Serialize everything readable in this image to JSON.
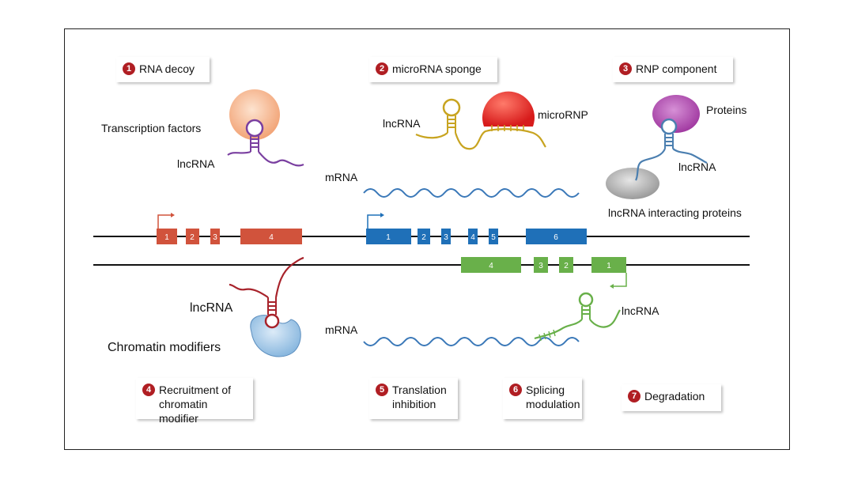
{
  "colors": {
    "red_gene": "#d1533c",
    "blue_gene": "#1f70b8",
    "green_gene": "#69b04a",
    "purple_rna": "#7a3fa0",
    "gold_rna": "#c8a420",
    "steel_rna": "#4b7fb0",
    "dark_red_rna": "#a8232b",
    "mrna_blue": "#3a78b8",
    "badge_red": "#b01e23"
  },
  "mechanisms": [
    {
      "number": "1",
      "label": "RNA decoy"
    },
    {
      "number": "2",
      "label": "microRNA sponge"
    },
    {
      "number": "3",
      "label": "RNP component"
    },
    {
      "number": "4",
      "line1": "Recruitment of",
      "line2": "chromatin modifier"
    },
    {
      "number": "5",
      "line1": "Translation",
      "line2": "inhibition"
    },
    {
      "number": "6",
      "line1": "Splicing",
      "line2": "modulation"
    },
    {
      "number": "7",
      "label": "Degradation"
    }
  ],
  "labels": {
    "transcription_factors": "Transcription factors",
    "lncrna_decoy": "lncRNA",
    "lncrna_sponge": "lncRNA",
    "micro_rnp": "microRNP",
    "proteins": "Proteins",
    "lncrna_rnp": "lncRNA",
    "lncrna_interacting_proteins": "lncRNA interacting proteins",
    "mrna_top": "mRNA",
    "lncrna_chromatin": "lncRNA",
    "chromatin_modifiers": "Chromatin modifiers",
    "mrna_bottom": "mRNA",
    "lncrna_splicing": "lncRNA"
  },
  "genes": {
    "red_exons": [
      "1",
      "2",
      "3",
      "4"
    ],
    "blue_exons": [
      "1",
      "2",
      "3",
      "4",
      "5",
      "6"
    ],
    "green_exons": [
      "4",
      "3",
      "2",
      "1"
    ]
  }
}
